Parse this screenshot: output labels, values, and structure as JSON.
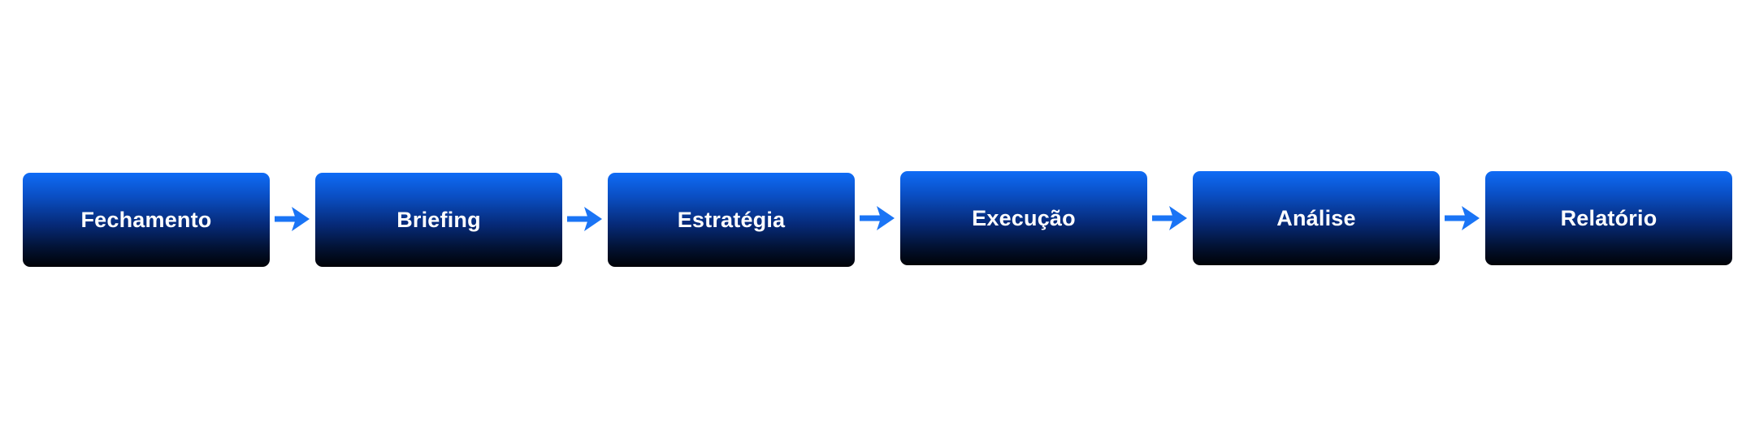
{
  "diagram": {
    "type": "process-flow",
    "direction": "left-to-right",
    "colors": {
      "background": "#ffffff",
      "box_gradient_top": "#0f6cf6",
      "box_gradient_bottom": "#000206",
      "label": "#ffffff",
      "arrow": "#1a74f5"
    },
    "steps": [
      {
        "label": "Fechamento"
      },
      {
        "label": "Briefing"
      },
      {
        "label": "Estratégia"
      },
      {
        "label": "Execução"
      },
      {
        "label": "Análise"
      },
      {
        "label": "Relatório"
      }
    ],
    "connectors": [
      {
        "from": "Fechamento",
        "to": "Briefing",
        "icon": "arrow-right-icon"
      },
      {
        "from": "Briefing",
        "to": "Estratégia",
        "icon": "arrow-right-icon"
      },
      {
        "from": "Estratégia",
        "to": "Execução",
        "icon": "arrow-right-icon"
      },
      {
        "from": "Execução",
        "to": "Análise",
        "icon": "arrow-right-icon"
      },
      {
        "from": "Análise",
        "to": "Relatório",
        "icon": "arrow-right-icon"
      }
    ]
  }
}
